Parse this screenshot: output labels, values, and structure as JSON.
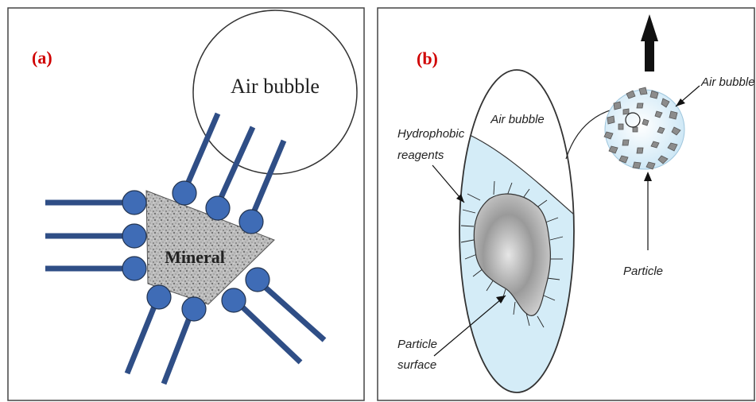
{
  "panel_a": {
    "label": "(a)",
    "bubble_label": "Air bubble",
    "mineral_label": "Mineral",
    "colors": {
      "reagent": "#2f4e86",
      "head": "#3f6cb6",
      "head_stroke": "#22334f",
      "border": "#444444"
    }
  },
  "panel_b": {
    "label": "(b)",
    "bubble_label": "Air bubble",
    "hydrophobic_label_line1": "Hydrophobic",
    "hydrophobic_label_line2": "reagents",
    "right_bubble_label": "Air bubble",
    "particle_label": "Particle",
    "particle_surface_line1": "Particle",
    "particle_surface_line2": "surface",
    "colors": {
      "water": "#d4ecf7",
      "arrow": "#111111"
    }
  }
}
